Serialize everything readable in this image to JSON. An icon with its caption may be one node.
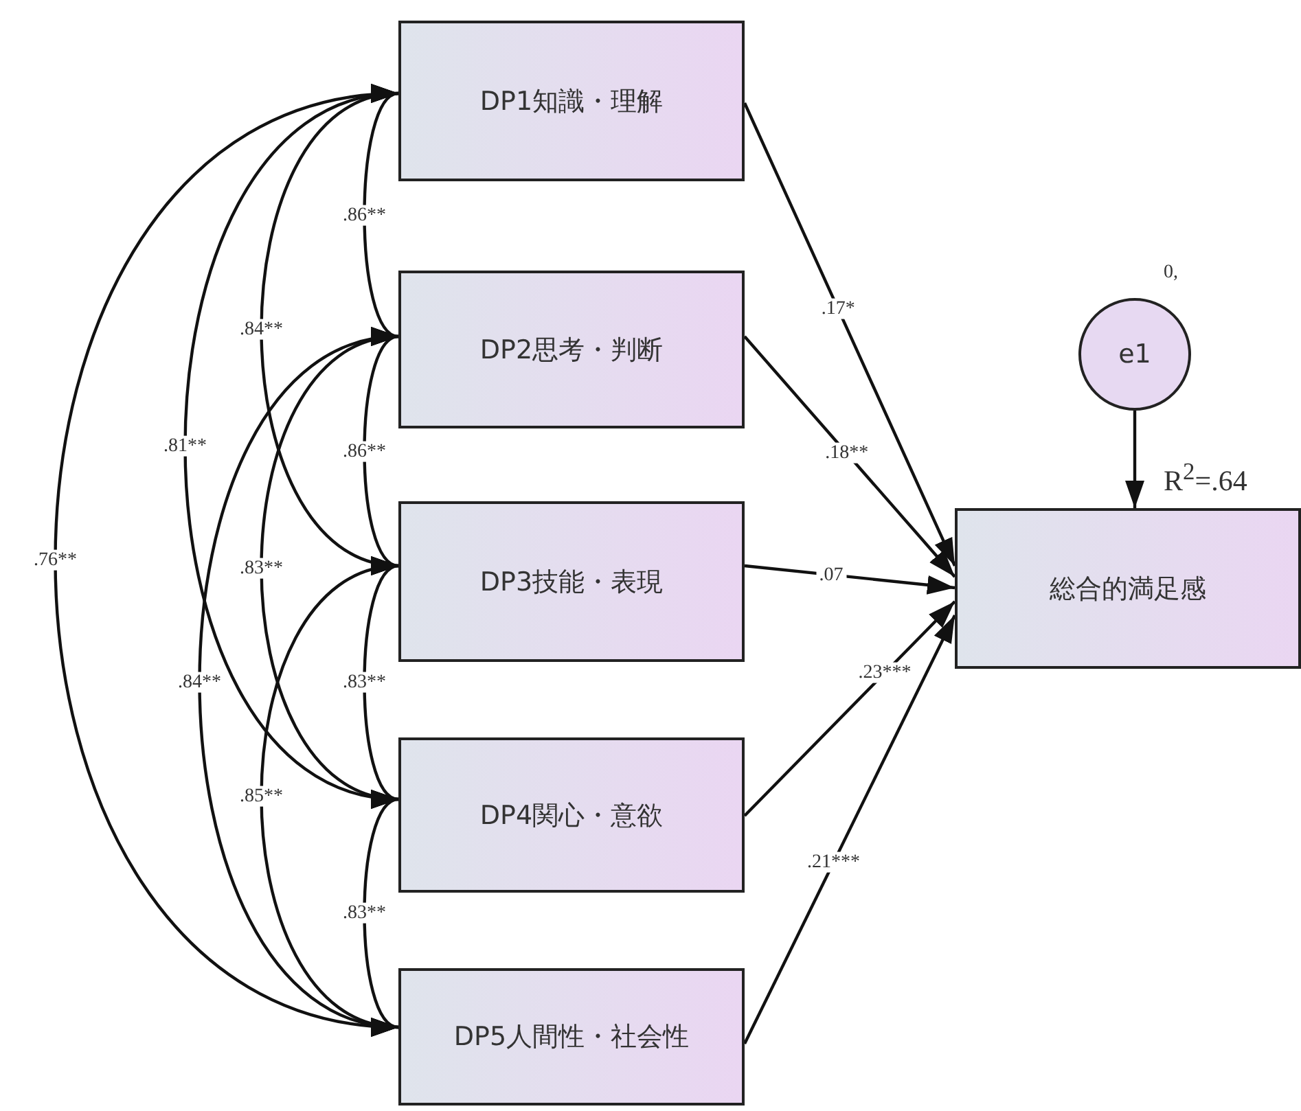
{
  "diagram": {
    "nodes": [
      {
        "text": [
          "DP1知識・理解"
        ]
      },
      {
        "text": [
          "DP2思考・判断"
        ]
      },
      {
        "text": [
          "DP3技能・表現"
        ]
      },
      {
        "text": [
          "DP4関心・意欲"
        ]
      },
      {
        "text": [
          "DP5人間性・社会性"
        ]
      },
      {
        "text": [
          "総合的満足感"
        ],
        "beside": [
          "R$^{2}$=.64"
        ]
      },
      {
        "text": [
          "e1"
        ],
        "beside": [
          "0,"
        ]
      }
    ],
    "edges": [
      {
        "from": 0,
        "to": 5,
        "arrow": "to",
        "label": ".17*"
      },
      {
        "from": 1,
        "to": 5,
        "arrow": "to",
        "label": ".18**"
      },
      {
        "from": 2,
        "to": 5,
        "arrow": "to",
        "label": ".07"
      },
      {
        "from": 3,
        "to": 5,
        "arrow": "to",
        "label": ".23***"
      },
      {
        "from": 4,
        "to": 5,
        "arrow": "to",
        "label": ".21***"
      },
      {
        "from": 6,
        "to": 5,
        "arrow": "to"
      },
      {
        "from": 0,
        "to": 1,
        "arrow": "both",
        "label": ".86**"
      },
      {
        "from": 0,
        "to": 2,
        "arrow": "both",
        "label": ".84**"
      },
      {
        "from": 0,
        "to": 3,
        "arrow": "both",
        "label": ".81**"
      },
      {
        "from": 0,
        "to": 4,
        "arrow": "both",
        "label": ".76**"
      },
      {
        "from": 1,
        "to": 2,
        "arrow": "both",
        "label": ".86**"
      },
      {
        "from": 1,
        "to": 3,
        "arrow": "both",
        "label": ".83**"
      },
      {
        "from": 1,
        "to": 4,
        "arrow": "both",
        "label": ".84**"
      },
      {
        "from": 2,
        "to": 3,
        "arrow": "both",
        "label": ".83**"
      },
      {
        "from": 2,
        "to": 4,
        "arrow": "both",
        "label": ".85**"
      },
      {
        "from": 3,
        "to": 4,
        "arrow": "both",
        "label": ".83**"
      }
    ]
  }
}
